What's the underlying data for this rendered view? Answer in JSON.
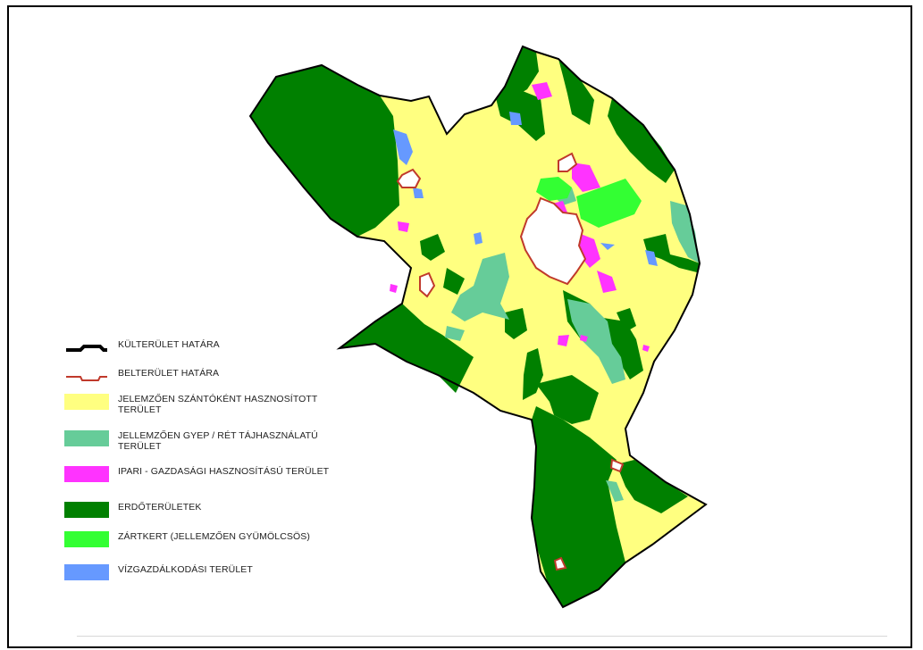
{
  "legend": [
    {
      "label": "KÜLTERÜLET HATÁRA",
      "type": "line",
      "color": "#000000"
    },
    {
      "label": "BELTERÜLET HATÁRA",
      "type": "line",
      "color": "#c0392b"
    },
    {
      "label": "JELEMZŐEN SZÁNTÓKÉNT HASZNOSÍTOTT\nTERÜLET",
      "type": "fill",
      "color": "#ffff80"
    },
    {
      "label": "JELLEMZŐEN GYEP / RÉT TÁJHASZNÁLATÚ\nTERÜLET",
      "type": "fill",
      "color": "#66cc99"
    },
    {
      "label": "IPARI - GAZDASÁGI HASZNOSÍTÁSÚ TERÜLET",
      "type": "fill",
      "color": "#ff33ff"
    },
    {
      "label": "ERDŐTERÜLETEK",
      "type": "fill",
      "color": "#008000"
    },
    {
      "label": "ZÁRTKERT (JELLEMZŐEN GYÜMÖLCSÖS)",
      "type": "fill",
      "color": "#33ff33"
    },
    {
      "label": "VÍZGAZDÁLKODÁSI TERÜLET",
      "type": "fill",
      "color": "#6699ff"
    }
  ],
  "colors": {
    "arable": "#ffff80",
    "grassland": "#66cc99",
    "industrial": "#ff33ff",
    "forest": "#008000",
    "orchard": "#33ff33",
    "water": "#6699ff",
    "outer_boundary": "#000000",
    "inner_boundary": "#c0392b"
  }
}
